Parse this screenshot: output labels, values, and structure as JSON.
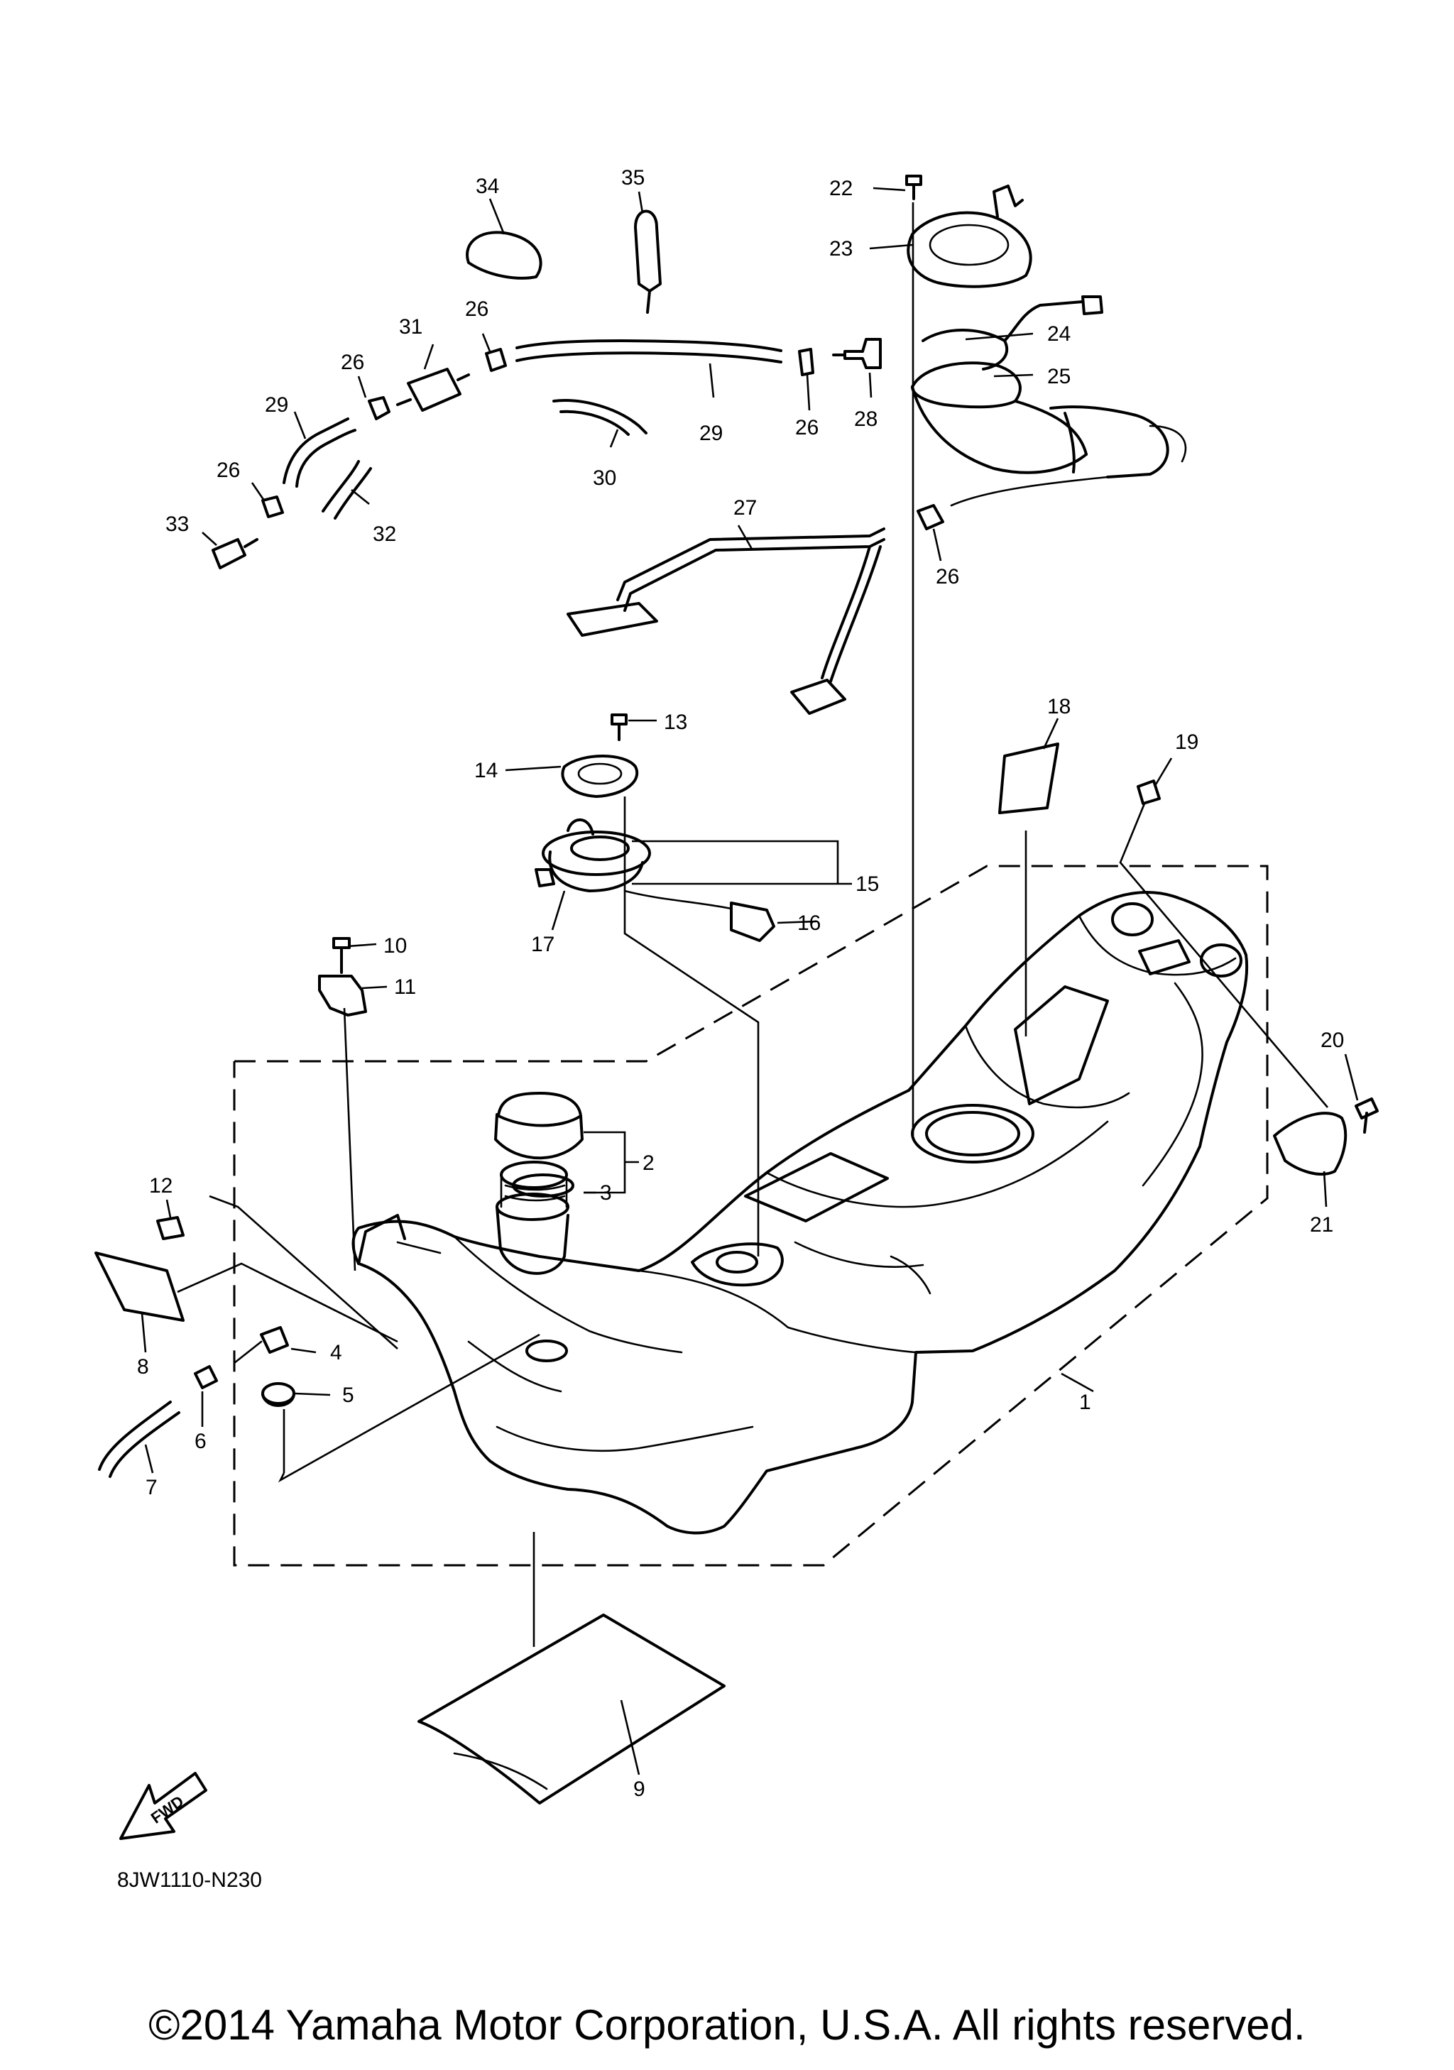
{
  "diagram": {
    "reference_code": "8JW1110-N230",
    "fwd_label": "FWD",
    "copyright": "©2014 Yamaha Motor Corporation, U.S.A. All rights reserved.",
    "callouts": [
      "1",
      "2",
      "3",
      "4",
      "5",
      "6",
      "7",
      "8",
      "9",
      "10",
      "11",
      "12",
      "13",
      "14",
      "15",
      "16",
      "17",
      "18",
      "19",
      "20",
      "21",
      "22",
      "23",
      "24",
      "25",
      "26",
      "26",
      "26",
      "26",
      "26",
      "27",
      "28",
      "29",
      "29",
      "30",
      "31",
      "32",
      "33",
      "34",
      "35"
    ],
    "colors": {
      "line": "#000000",
      "background": "#ffffff"
    }
  }
}
